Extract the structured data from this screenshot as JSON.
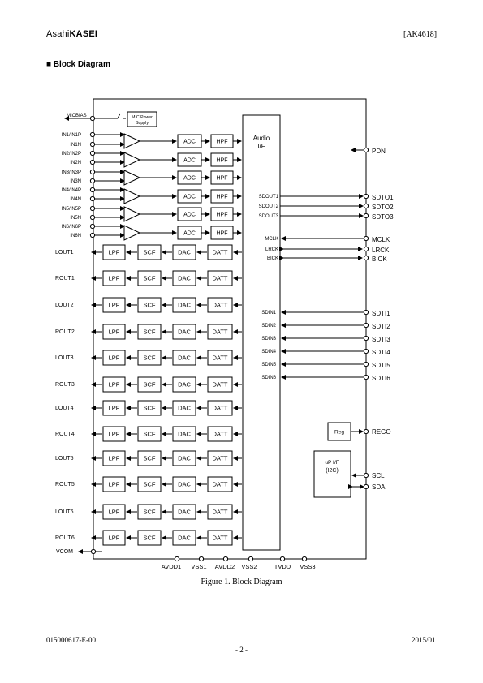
{
  "header": {
    "logo_prefix": "Asahi",
    "logo_bold": "KASEI",
    "doc_id": "[AK4618]"
  },
  "section": {
    "bullet": "■",
    "title": "Block Diagram"
  },
  "caption": "Figure 1. Block Diagram",
  "footer": {
    "doc_number": "015000617-E-00",
    "date": "2015/01",
    "page": "- 2 -"
  },
  "diagram": {
    "micbias": "MICBIAS",
    "mic_power": [
      "MIC Power",
      "Supply"
    ],
    "inputs": [
      "IN1/IN1P",
      "IN1N",
      "IN2/IN2P",
      "IN2N",
      "IN3/IN3P",
      "IN3N",
      "IN4/IN4P",
      "IN4N",
      "IN5/IN5P",
      "IN5N",
      "IN6/IN6P",
      "IN6N"
    ],
    "adc_label": "ADC",
    "hpf_label": "HPF",
    "lpf_label": "LPF",
    "scf_label": "SCF",
    "dac_label": "DAC",
    "datt_label": "DATT",
    "outputs": [
      "LOUT1",
      "ROUT1",
      "LOUT2",
      "ROUT2",
      "LOUT3",
      "ROUT3",
      "LOUT4",
      "ROUT4",
      "LOUT5",
      "ROUT5",
      "LOUT6",
      "ROUT6"
    ],
    "vcom": "VCOM",
    "audio_if": [
      "Audio",
      "I/F"
    ],
    "sdout_internal": [
      "SDOUT1",
      "SDOUT2",
      "SDOUT3"
    ],
    "sdout_pins": [
      "SDTO1",
      "SDTO2",
      "SDTO3"
    ],
    "clock_internal": [
      "MCLK",
      "LRCK",
      "BICK"
    ],
    "clock_pins": [
      "MCLK",
      "LRCK",
      "BICK"
    ],
    "sdin_internal": [
      "SDIN1",
      "SDIN2",
      "SDIN3",
      "SDIN4",
      "SDIN5",
      "SDIN6"
    ],
    "sdin_pins": [
      "SDTI1",
      "SDTI2",
      "SDTI3",
      "SDTI4",
      "SDTI5",
      "SDTI6"
    ],
    "pdn": "PDN",
    "reg": "Reg",
    "rego": "REGO",
    "up_if": [
      "uP  I/F",
      "(I2C)"
    ],
    "scl": "SCL",
    "sda": "SDA",
    "bottom_pins": [
      "AVDD1",
      "VSS1",
      "AVDD2",
      "VSS2",
      "TVDD",
      "VSS3"
    ]
  }
}
